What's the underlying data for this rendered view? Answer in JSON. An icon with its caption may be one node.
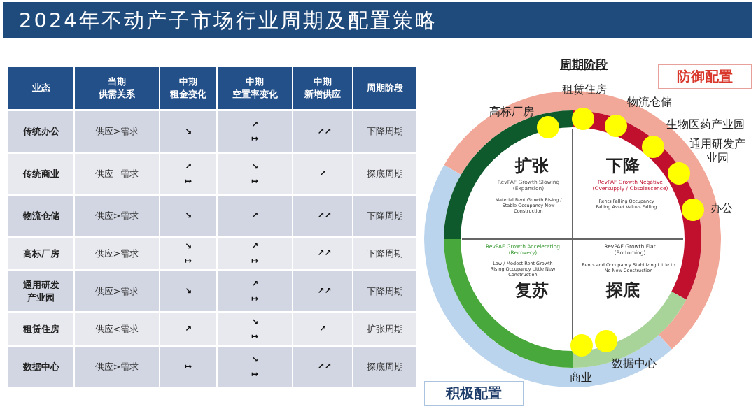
{
  "diagram": {
    "title": "2024年不动产子市场行业周期及配置策略",
    "labels": [
      "业态",
      "当期供需关系",
      "中期租金变化",
      "中期空置率变化",
      "中期新增供应",
      "周期阶段",
      "传统办公",
      "供应>需求",
      "↘",
      "↗ ↦",
      "↗↗",
      "下降周期",
      "传统商业",
      "供应=需求",
      "↗ ↦",
      "↘ ↦",
      "↗",
      "探底周期",
      "物流仓储",
      "供应>需求",
      "↘",
      "↗",
      "↗↗",
      "下降周期",
      "高标厂房",
      "供应>需求",
      "↘ ↦",
      "↗ ↦",
      "↗↗",
      "下降周期",
      "通用研发产业园",
      "供应>需求",
      "↘",
      "↗ ↦",
      "↗↗",
      "下降周期",
      "租赁住房",
      "供应<需求",
      "↗",
      "↘ ↦",
      "↗",
      "扩张周期",
      "数据中心",
      "供应>需求",
      "↦",
      "↘ ↦",
      "↗↗",
      "探底周期",
      "周期阶段",
      "防御配置",
      "租赁住房",
      "高标厂房",
      "物流仓储",
      "生物医药产业园",
      "通用研发产业园",
      "扩张",
      "RevPAF Growth Slowing (Expansion)",
      "Material Rent Growth Rising / Stable Occupancy New Construction",
      "下降",
      "RevPAF Growth Negative (Oversupply / Obsolescence)",
      "Rents Falling Occupancy Falling Asset Values Falling",
      "办公",
      "RevPAF Growth Accelerating (Recovery)",
      "Low / Modest Rent Growth Rising Occupancy Little New Construction",
      "复苏",
      "RevPAF Growth Flat (Bottoming)",
      "Rents and Occupancy Stabilizing Little to No New Construction",
      "探底",
      "数据中心",
      "商业",
      "积极配置"
    ]
  }
}
